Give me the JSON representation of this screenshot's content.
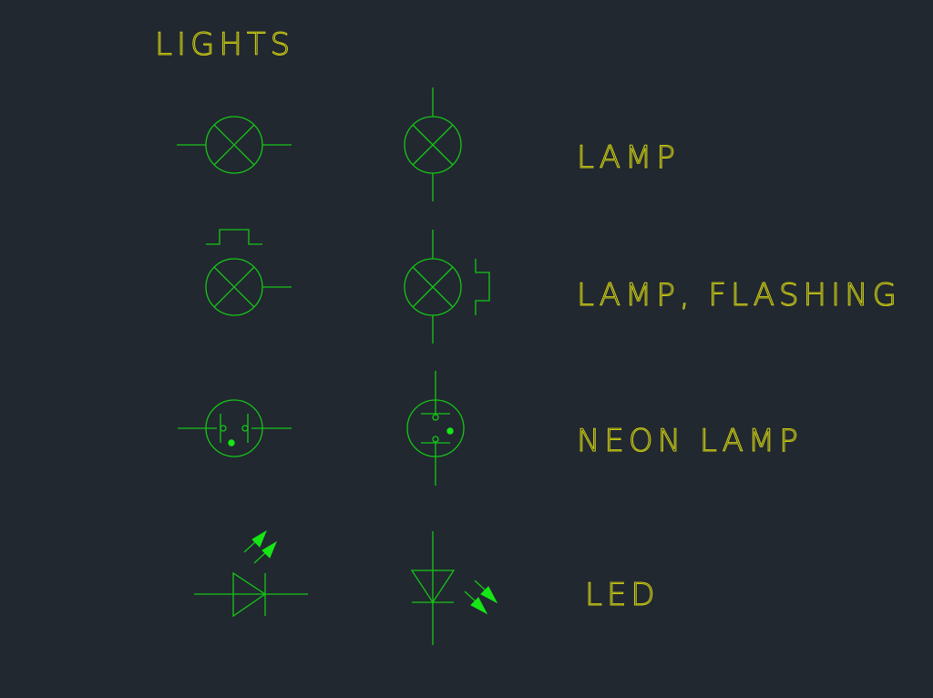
{
  "drawing": {
    "title": "LIGHTS",
    "background_color": "#212830",
    "text_color": "#c9c914",
    "symbol_color": "#16c516",
    "fill_color": "#16e516"
  },
  "rows": [
    {
      "label": "LAMP",
      "symbols": [
        "lamp-horizontal",
        "lamp-vertical"
      ]
    },
    {
      "label": "LAMP, FLASHING",
      "symbols": [
        "flashing-lamp-horizontal",
        "flashing-lamp-vertical"
      ]
    },
    {
      "label": "NEON LAMP",
      "symbols": [
        "neon-lamp-horizontal",
        "neon-lamp-vertical"
      ]
    },
    {
      "label": "LED",
      "symbols": [
        "led-horizontal",
        "led-vertical"
      ]
    }
  ]
}
